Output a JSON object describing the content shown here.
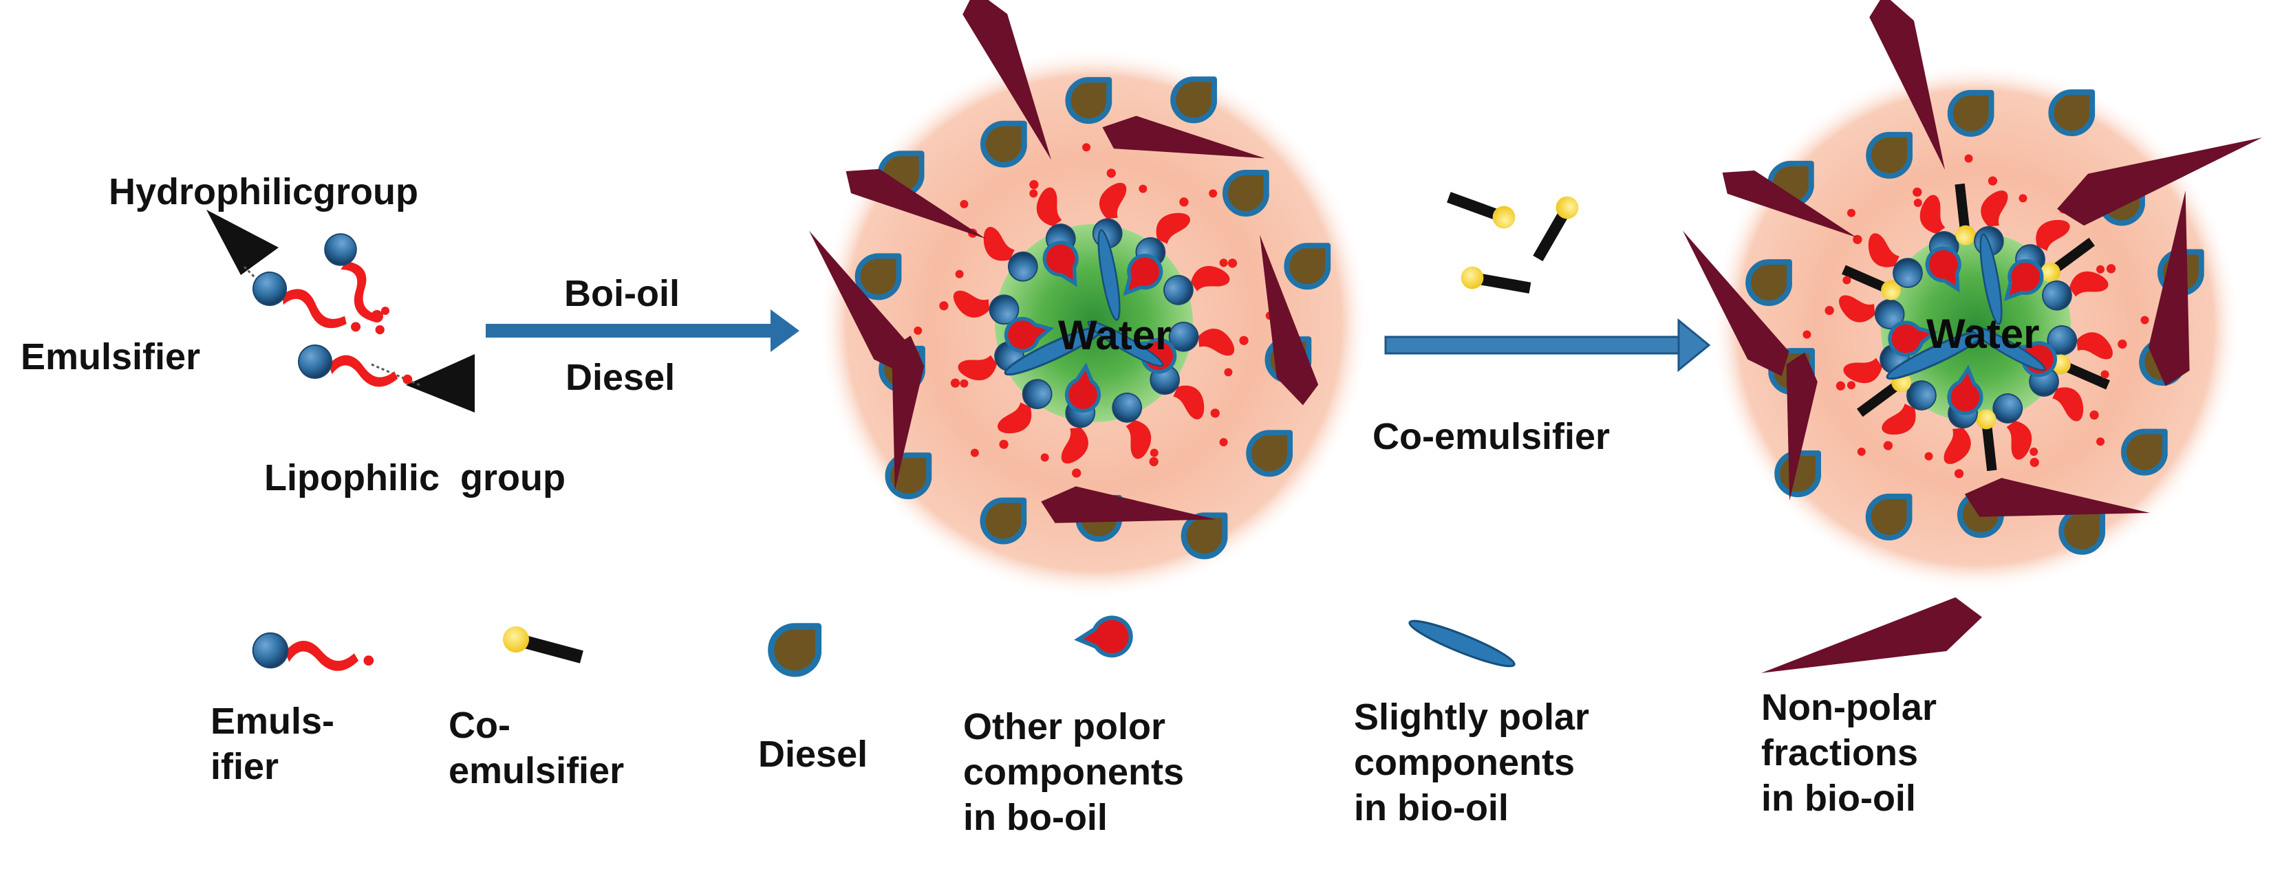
{
  "stage1": {
    "hydrophilic_label": "Hydrophilicgroup",
    "emulsifier_label": "Emulsifier",
    "lipophilic_label": "Lipophilic  group"
  },
  "arrow1": {
    "top_label": "Boi-oil",
    "bottom_label": "Diesel"
  },
  "droplet1": {
    "core_label": "Water"
  },
  "arrow2": {
    "bottom_label": "Co-emulsifier"
  },
  "droplet2": {
    "core_label": "Water"
  },
  "legend": {
    "emulsifier": [
      "Emuls-",
      "ifier"
    ],
    "co_emulsifier": [
      "Co-",
      "emulsifier"
    ],
    "diesel": [
      "Diesel"
    ],
    "other_polar": [
      "Other polor",
      "components",
      "in bo-oil"
    ],
    "slightly_polar": [
      "Slightly polar",
      "components",
      "in bio-oil"
    ],
    "non_polar": [
      "Non-polar",
      "fractions",
      "in bio-oil"
    ]
  },
  "colors": {
    "halo": "#f6b69c",
    "water_core": "#4fae45",
    "emulsifier_head": "#2f6fa3",
    "emulsifier_tail": "#ee1c1c",
    "co_emulsifier_head": "#f2d23a",
    "co_emulsifier_tail": "#111111",
    "diesel_fill": "#6e5420",
    "diesel_ring": "#1f73a8",
    "slightly_polar": "#2a79b5",
    "non_polar": "#6b0f2a",
    "arrow": "#2a6ea8"
  }
}
